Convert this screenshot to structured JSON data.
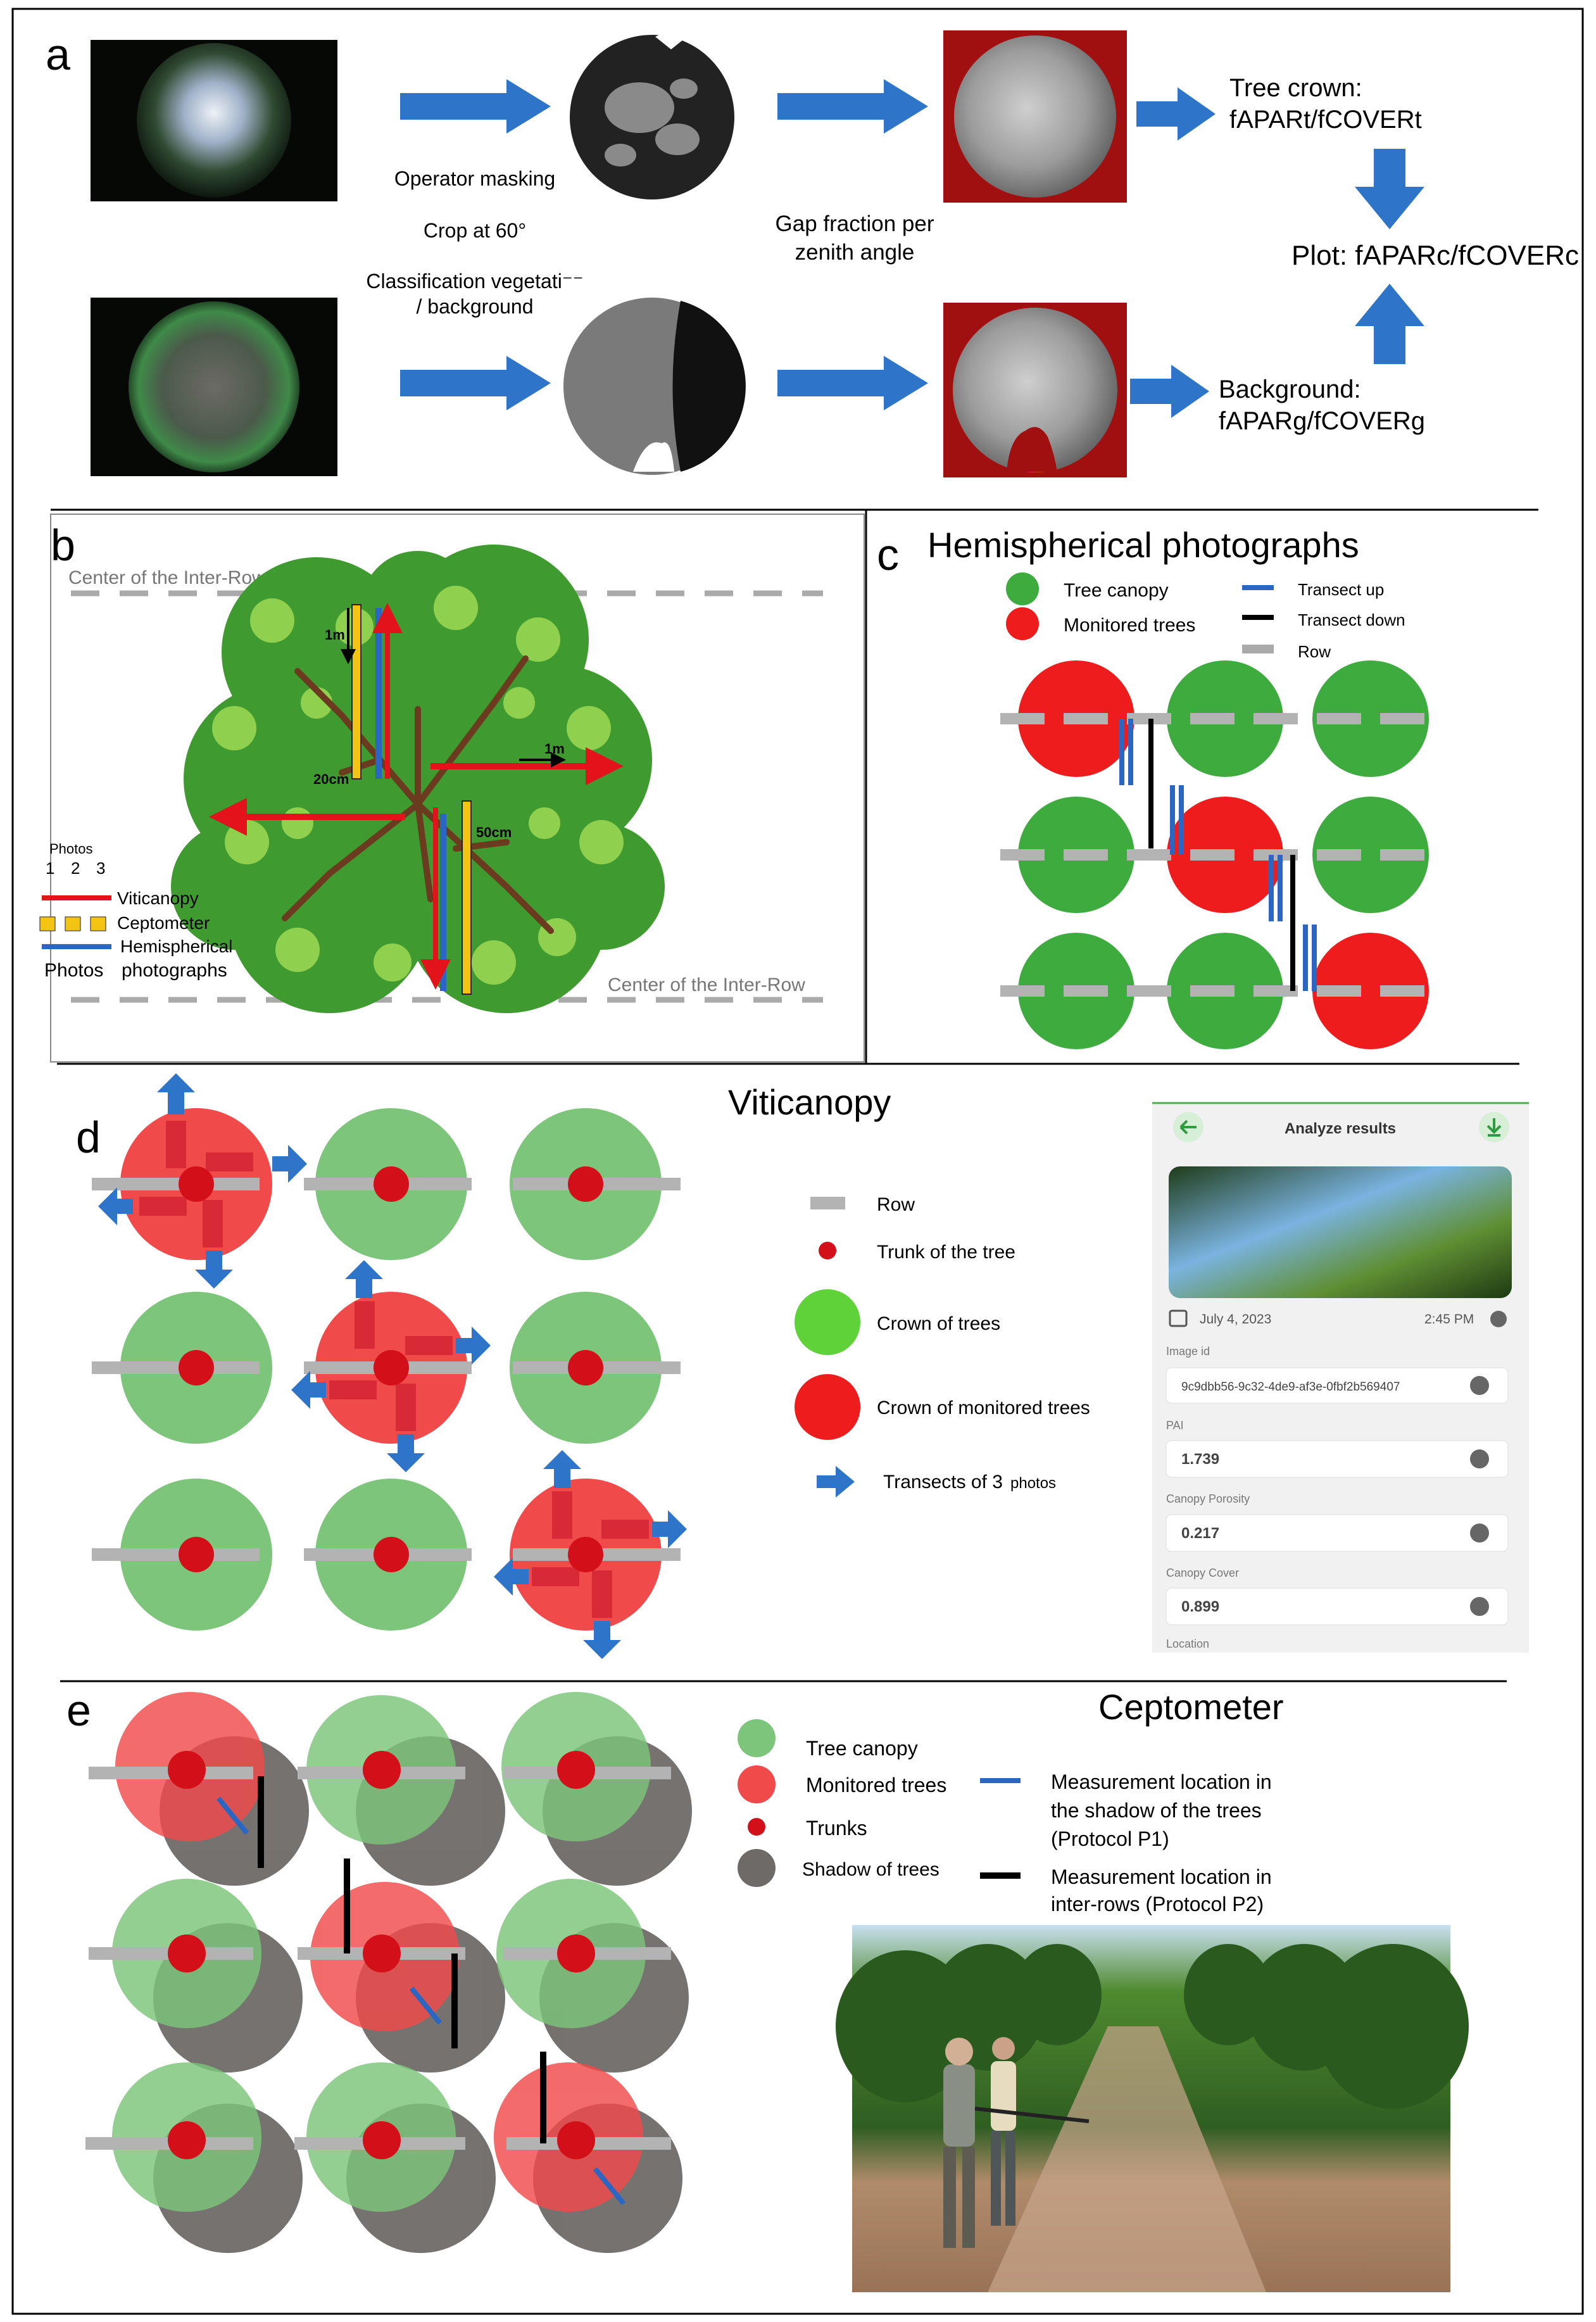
{
  "panels": {
    "a": {
      "letter": "a",
      "step_masking": "Operator masking",
      "step_crop": "Crop at 60°",
      "step_classification_1": "Classification vegetati⁻⁻",
      "step_classification_2": "/ background",
      "step_gap_1": "Gap fraction per",
      "step_gap_2": "zenith angle",
      "crown_1": "Tree crown:",
      "crown_2": "fAPARt/fCOVERt",
      "plot": "Plot: fAPARc/fCOVERc",
      "background_1": "Background:",
      "background_2": "fAPARg/fCOVERg"
    },
    "b": {
      "letter": "b",
      "center_top": "Center of the Inter-Row",
      "center_bottom": "Center of the Inter-Row",
      "dim_1m_a": "1m",
      "dim_1m_b": "1m",
      "dim_20cm": "20cm",
      "dim_50cm": "50cm",
      "photos_label": "Photos",
      "photo_numbers": [
        "1",
        "2",
        "3"
      ],
      "legend_viticanopy": "Viticanopy",
      "legend_ceptometer": "Ceptometer",
      "legend_hemi_1": "Hemispherical",
      "legend_photos": "Photos",
      "legend_hemi_2": "photographs"
    },
    "c": {
      "letter": "c",
      "title": "Hemispherical photographs",
      "legend_tree_canopy": "Tree canopy",
      "legend_monitored": "Monitored trees",
      "legend_transect_up": "Transect up",
      "legend_transect_down": "Transect down",
      "legend_row": "Row"
    },
    "d": {
      "letter": "d",
      "title": "Viticanopy",
      "legend_row": "Row",
      "legend_trunk": "Trunk of the tree",
      "legend_crown": "Crown of trees",
      "legend_crown_monitored": "Crown of monitored trees",
      "legend_transects": "Transects of 3",
      "legend_transects_small": "photos",
      "app": {
        "header": "Analyze results",
        "date": "July 4, 2023",
        "time": "2:45 PM",
        "image_id_label": "Image id",
        "image_id": "9c9dbb56-9c32-4de9-af3e-0fbf2b569407",
        "pai_label": "PAI",
        "pai": "1.739",
        "porosity_label": "Canopy Porosity",
        "porosity": "0.217",
        "cover_label": "Canopy Cover",
        "cover": "0.899",
        "location_label": "Location"
      }
    },
    "e": {
      "letter": "e",
      "title": "Ceptometer",
      "legend_tree_canopy": "Tree canopy",
      "legend_monitored": "Monitored trees",
      "legend_trunks": "Trunks",
      "legend_shadow": "Shadow of trees",
      "legend_p1_1": "Measurement location in",
      "legend_p1_2": "the shadow of the trees",
      "legend_p1_3": "(Protocol P1)",
      "legend_p2_1": "Measurement location in",
      "legend_p2_2": "inter-rows (Protocol P2)"
    }
  },
  "colors": {
    "arrow_blue": "#2e75c9",
    "tree_green": "#3eab3e",
    "monitored_red": "#ee1c1c",
    "light_green": "#7cc57a",
    "light_red": "#f14a4a",
    "shadow_grey": "#6e6a68",
    "row_grey": "#b3b3b3",
    "transect_blue": "#2a66c2",
    "frame": "#000000"
  },
  "icons": {
    "back": "arrow-left-icon",
    "download": "download-icon",
    "calendar": "calendar-icon",
    "clock": "clock-icon",
    "info": "info-icon"
  }
}
